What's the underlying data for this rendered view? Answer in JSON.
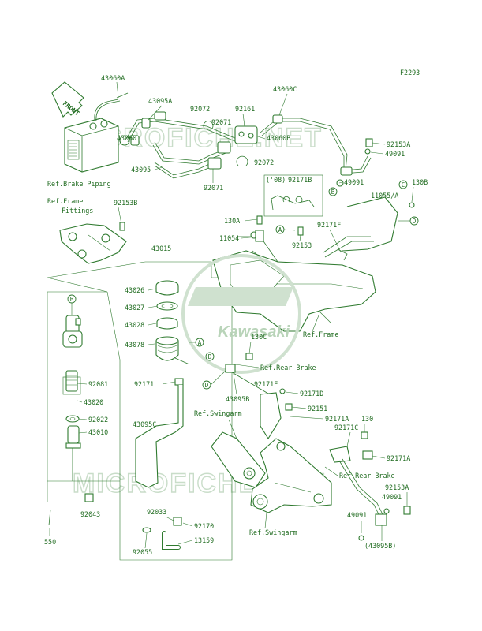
{
  "diagram_code": "F2293",
  "front_arrow": "FRONT",
  "watermark_top": "MICROFICHE.NET",
  "watermark_bottom": "MICROFICHE.NET",
  "logo_text": "Kawasaki",
  "labels": {
    "l43060A": "43060A",
    "l43095A": "43095A",
    "l92072a": "92072",
    "l92161": "92161",
    "l43060C": "43060C",
    "l92071a": "92071",
    "l43060": "43060",
    "l43060B": "43060B",
    "l92153Aa": "92153A",
    "l49091a": "49091",
    "l43095": "43095",
    "l92072b": "92072",
    "l92071b": "92071",
    "l08": "('08)",
    "l92171B": "92171B",
    "l49091b": "49091",
    "l130Ba": "130B",
    "l11055A": "11055/A",
    "l92153B": "92153B",
    "l130A": "130A",
    "l92171F": "92171F",
    "l11054": "11054",
    "l92153": "92153",
    "l43015": "43015",
    "l43026": "43026",
    "l43027": "43027",
    "l43028": "43028",
    "l43078": "43078",
    "l130C": "130C",
    "l92171": "92171",
    "l92081": "92081",
    "l43020": "43020",
    "l92171E": "92171E",
    "l92171D": "92171D",
    "l43095B": "43095B",
    "l43095C": "43095C",
    "l92151": "92151",
    "l92022": "92022",
    "l43010": "43010",
    "l92171A": "92171A",
    "l130b": "130",
    "l92171C": "92171C",
    "l92171Ab": "92171A",
    "l92153Ab": "92153A",
    "l49091c": "49091",
    "l92043": "92043",
    "l92033": "92033",
    "l92170": "92170",
    "l49091d": "49091",
    "l550": "550",
    "l92055": "92055",
    "l13159": "13159",
    "l43095Bp": "(43095B)"
  },
  "refs": {
    "brake_piping": "Ref.Brake Piping",
    "frame_fittings_1": "Ref.Frame",
    "frame_fittings_2": "Fittings",
    "frame": "Ref.Frame",
    "rear_brake_1": "Ref.Rear Brake",
    "swingarm_1": "Ref.Swingarm",
    "rear_brake_2": "Ref.Rear Brake",
    "swingarm_2": "Ref.Swingarm"
  },
  "callouts": {
    "A1": "A",
    "A2": "A",
    "B1": "B",
    "B2": "B",
    "C1": "C",
    "D1": "D",
    "D2": "D",
    "D3": "D"
  }
}
